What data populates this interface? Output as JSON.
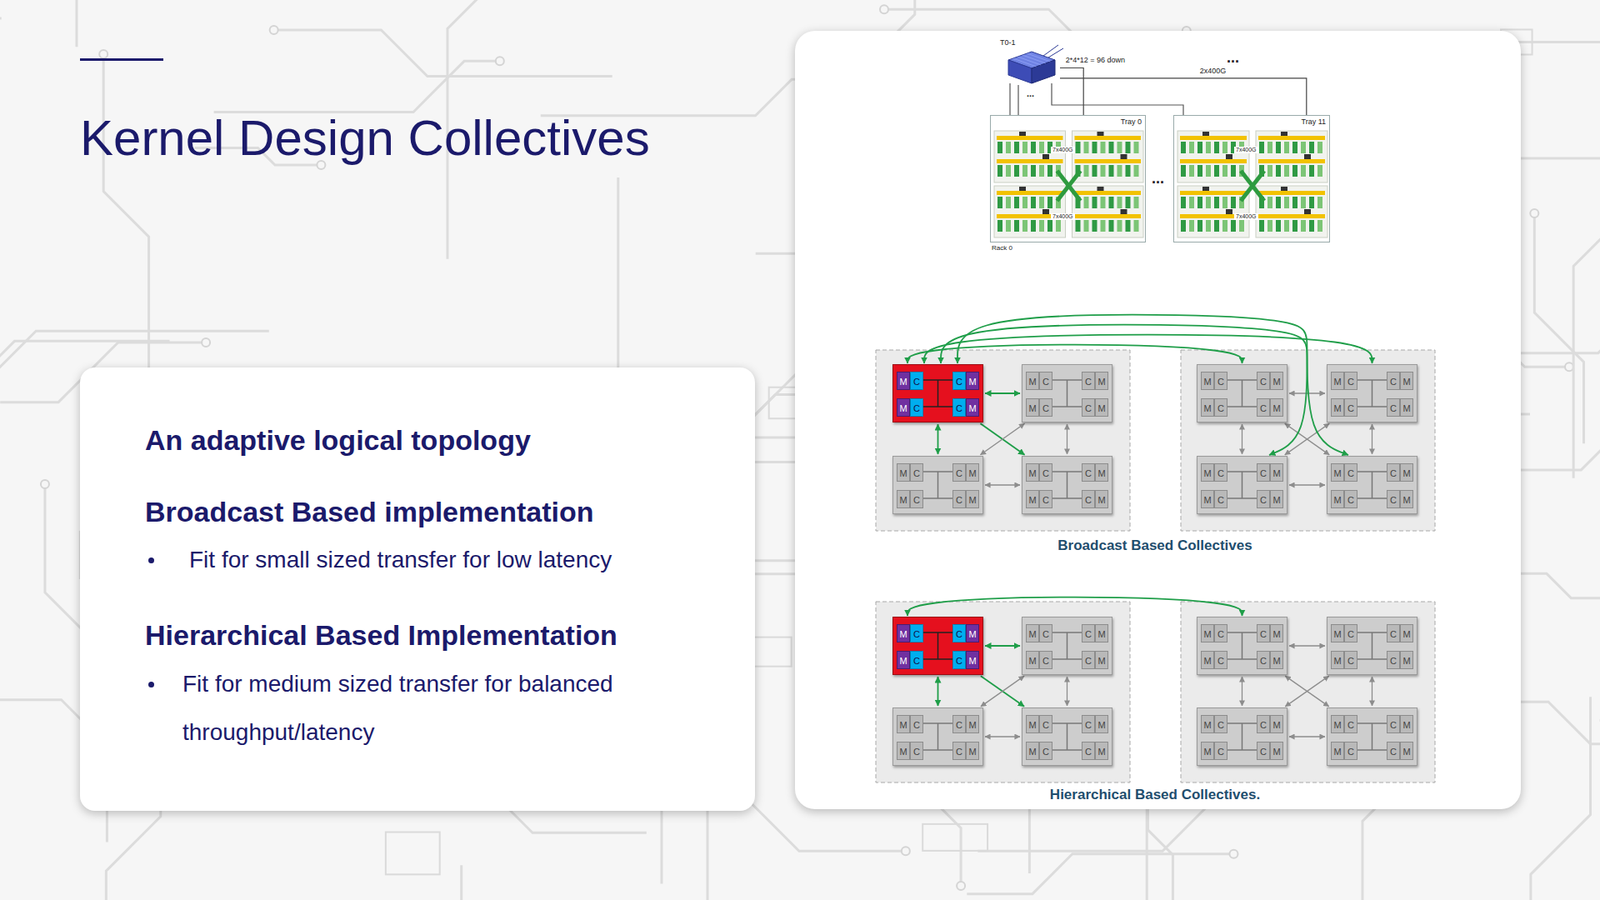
{
  "diagram": {
    "title": "Kernel Design Collectives",
    "nodes": [
      {
        "text": [
          "An adaptive logical topology",
          "Broadcast Based implementation",
          "Fit for small sized transfer for low latency",
          "Hierarchical Based Implementation",
          "Fit for medium sized transfer for balanced throughput/latency"
        ]
      },
      {
        "text": [
          "T0-1"
        ]
      },
      {
        "text": [
          "Tray 0"
        ]
      },
      {
        "text": [
          "Tray 11"
        ]
      },
      {
        "text": [
          "M",
          "C",
          "C",
          "M",
          "M",
          "C",
          "C",
          "M"
        ]
      },
      {
        "text": [
          "M",
          "C",
          "C",
          "M",
          "M",
          "C",
          "C",
          "M"
        ]
      },
      {
        "text": [
          "M",
          "C",
          "C",
          "M",
          "M",
          "C",
          "C",
          "M"
        ]
      },
      {
        "text": [
          "M",
          "C",
          "C",
          "M",
          "M",
          "C",
          "C",
          "M"
        ]
      },
      {
        "text": [
          "M",
          "C",
          "C",
          "M",
          "M",
          "C",
          "C",
          "M"
        ]
      },
      {
        "text": [
          "M",
          "C",
          "C",
          "M",
          "M",
          "C",
          "C",
          "M"
        ]
      },
      {
        "text": [
          "M",
          "C",
          "C",
          "M",
          "M",
          "C",
          "C",
          "M"
        ]
      },
      {
        "text": [
          "M",
          "C",
          "C",
          "M",
          "M",
          "C",
          "C",
          "M"
        ]
      },
      {
        "text": [
          "M",
          "C",
          "C",
          "M",
          "M",
          "C",
          "C",
          "M"
        ]
      },
      {
        "text": [
          "M",
          "C",
          "C",
          "M",
          "M",
          "C",
          "C",
          "M"
        ]
      },
      {
        "text": [
          "M",
          "C",
          "C",
          "M",
          "M",
          "C",
          "C",
          "M"
        ]
      },
      {
        "text": [
          "M",
          "C",
          "C",
          "M",
          "M",
          "C",
          "C",
          "M"
        ]
      },
      {
        "text": [
          "M",
          "C",
          "C",
          "M",
          "M",
          "C",
          "C",
          "M"
        ]
      },
      {
        "text": [
          "M",
          "C",
          "C",
          "M",
          "M",
          "C",
          "C",
          "M"
        ]
      },
      {
        "text": [
          "M",
          "C",
          "C",
          "M",
          "M",
          "C",
          "C",
          "M"
        ]
      },
      {
        "text": [
          "M",
          "C",
          "C",
          "M",
          "M",
          "C",
          "C",
          "M"
        ]
      }
    ],
    "edges": [
      {
        "from": 1,
        "to": 2,
        "arrow": "none",
        "label": "2*4*12 = 96 down"
      },
      {
        "from": 1,
        "to": 3,
        "arrow": "none",
        "label": "2x400G"
      },
      {
        "from": 4,
        "to": 5,
        "arrow": "both"
      },
      {
        "from": 4,
        "to": 6,
        "arrow": "both"
      },
      {
        "from": 4,
        "to": 7,
        "arrow": "to"
      },
      {
        "from": 5,
        "to": 7,
        "arrow": "both"
      },
      {
        "from": 6,
        "to": 7,
        "arrow": "both"
      },
      {
        "from": 5,
        "to": 6,
        "arrow": "both"
      },
      {
        "from": 8,
        "to": 9,
        "arrow": "both"
      },
      {
        "from": 10,
        "to": 11,
        "arrow": "both"
      },
      {
        "from": 8,
        "to": 10,
        "arrow": "both"
      },
      {
        "from": 9,
        "to": 11,
        "arrow": "both"
      },
      {
        "from": 8,
        "to": 11,
        "arrow": "both"
      },
      {
        "from": 9,
        "to": 10,
        "arrow": "both"
      },
      {
        "from": 4,
        "to": 8,
        "arrow": "both"
      },
      {
        "from": 4,
        "to": 9,
        "arrow": "both"
      },
      {
        "from": 4,
        "to": 10,
        "arrow": "both"
      },
      {
        "from": 4,
        "to": 11,
        "arrow": "both"
      },
      {
        "from": 12,
        "to": 13,
        "arrow": "both"
      },
      {
        "from": 12,
        "to": 14,
        "arrow": "both"
      },
      {
        "from": 12,
        "to": 15,
        "arrow": "to"
      },
      {
        "from": 13,
        "to": 15,
        "arrow": "both"
      },
      {
        "from": 14,
        "to": 15,
        "arrow": "both"
      },
      {
        "from": 13,
        "to": 14,
        "arrow": "both"
      },
      {
        "from": 16,
        "to": 17,
        "arrow": "both"
      },
      {
        "from": 18,
        "to": 19,
        "arrow": "both"
      },
      {
        "from": 16,
        "to": 18,
        "arrow": "both"
      },
      {
        "from": 17,
        "to": 19,
        "arrow": "both"
      },
      {
        "from": 16,
        "to": 19,
        "arrow": "both"
      },
      {
        "from": 17,
        "to": 18,
        "arrow": "both"
      },
      {
        "from": 12,
        "to": 16,
        "arrow": "both"
      }
    ],
    "labels": [
      "...",
      "...",
      "...",
      "7x400G",
      "7x400G",
      "7x400G",
      "7x400G",
      "Rack 0",
      "Broadcast Based Collectives",
      "Hierarchical Based Collectives."
    ]
  }
}
